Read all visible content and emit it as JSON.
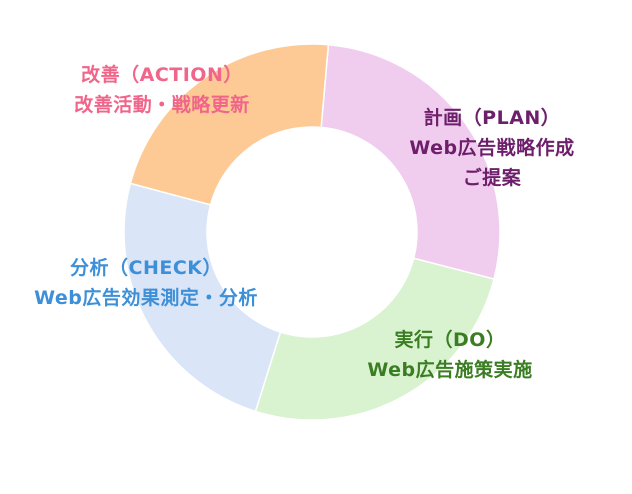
{
  "segments": [
    {
      "key": "plan",
      "title": "計画（PLAN）",
      "lines": [
        "Web広告戦略作成",
        "ご提案"
      ],
      "fill": "#f0cdee",
      "text_color": "#6e1f6b",
      "start_deg": 5,
      "end_deg": 104.5
    },
    {
      "key": "do",
      "title": "実行（DO）",
      "lines": [
        "Web広告施策実施"
      ],
      "fill": "#d9f2d0",
      "text_color": "#3b7d23",
      "start_deg": 104.5,
      "end_deg": 197.5
    },
    {
      "key": "check",
      "title": "分析（CHECK）",
      "lines": [
        "Web広告効果測定・分析"
      ],
      "fill": "#dae5f8",
      "text_color": "#3d8fd8",
      "start_deg": 197.5,
      "end_deg": 285
    },
    {
      "key": "action",
      "title": "改善（ACTION）",
      "lines": [
        "改善活動・戦略更新"
      ],
      "fill": "#fdca95",
      "text_color": "#f0658a",
      "start_deg": 285,
      "end_deg": 365
    }
  ]
}
